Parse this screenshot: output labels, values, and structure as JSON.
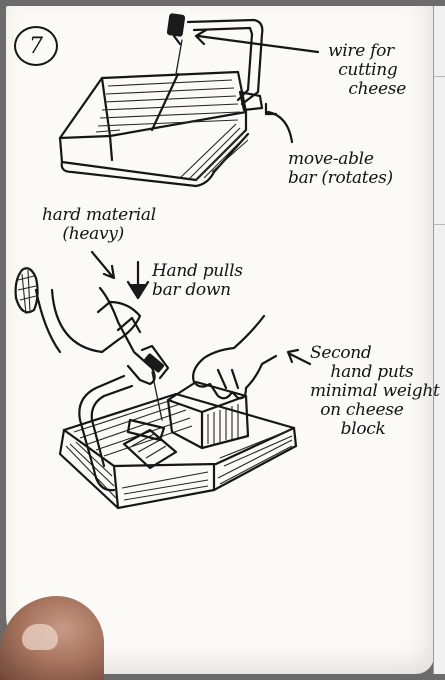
{
  "sketch_number": "7",
  "labels": {
    "wire": "wire for\n  cutting\n    cheese",
    "moveable_bar": "move-able\nbar (rotates)",
    "hard_material": "hard material\n    (heavy)",
    "hand_pulls": "Hand pulls\nbar down",
    "second_hand": "Second\n    hand puts\nminimal weight\n  on cheese\n      block"
  },
  "colors": {
    "ink": "#161616",
    "paper": "#fbfaf6",
    "frame": "#6b6b6b"
  }
}
